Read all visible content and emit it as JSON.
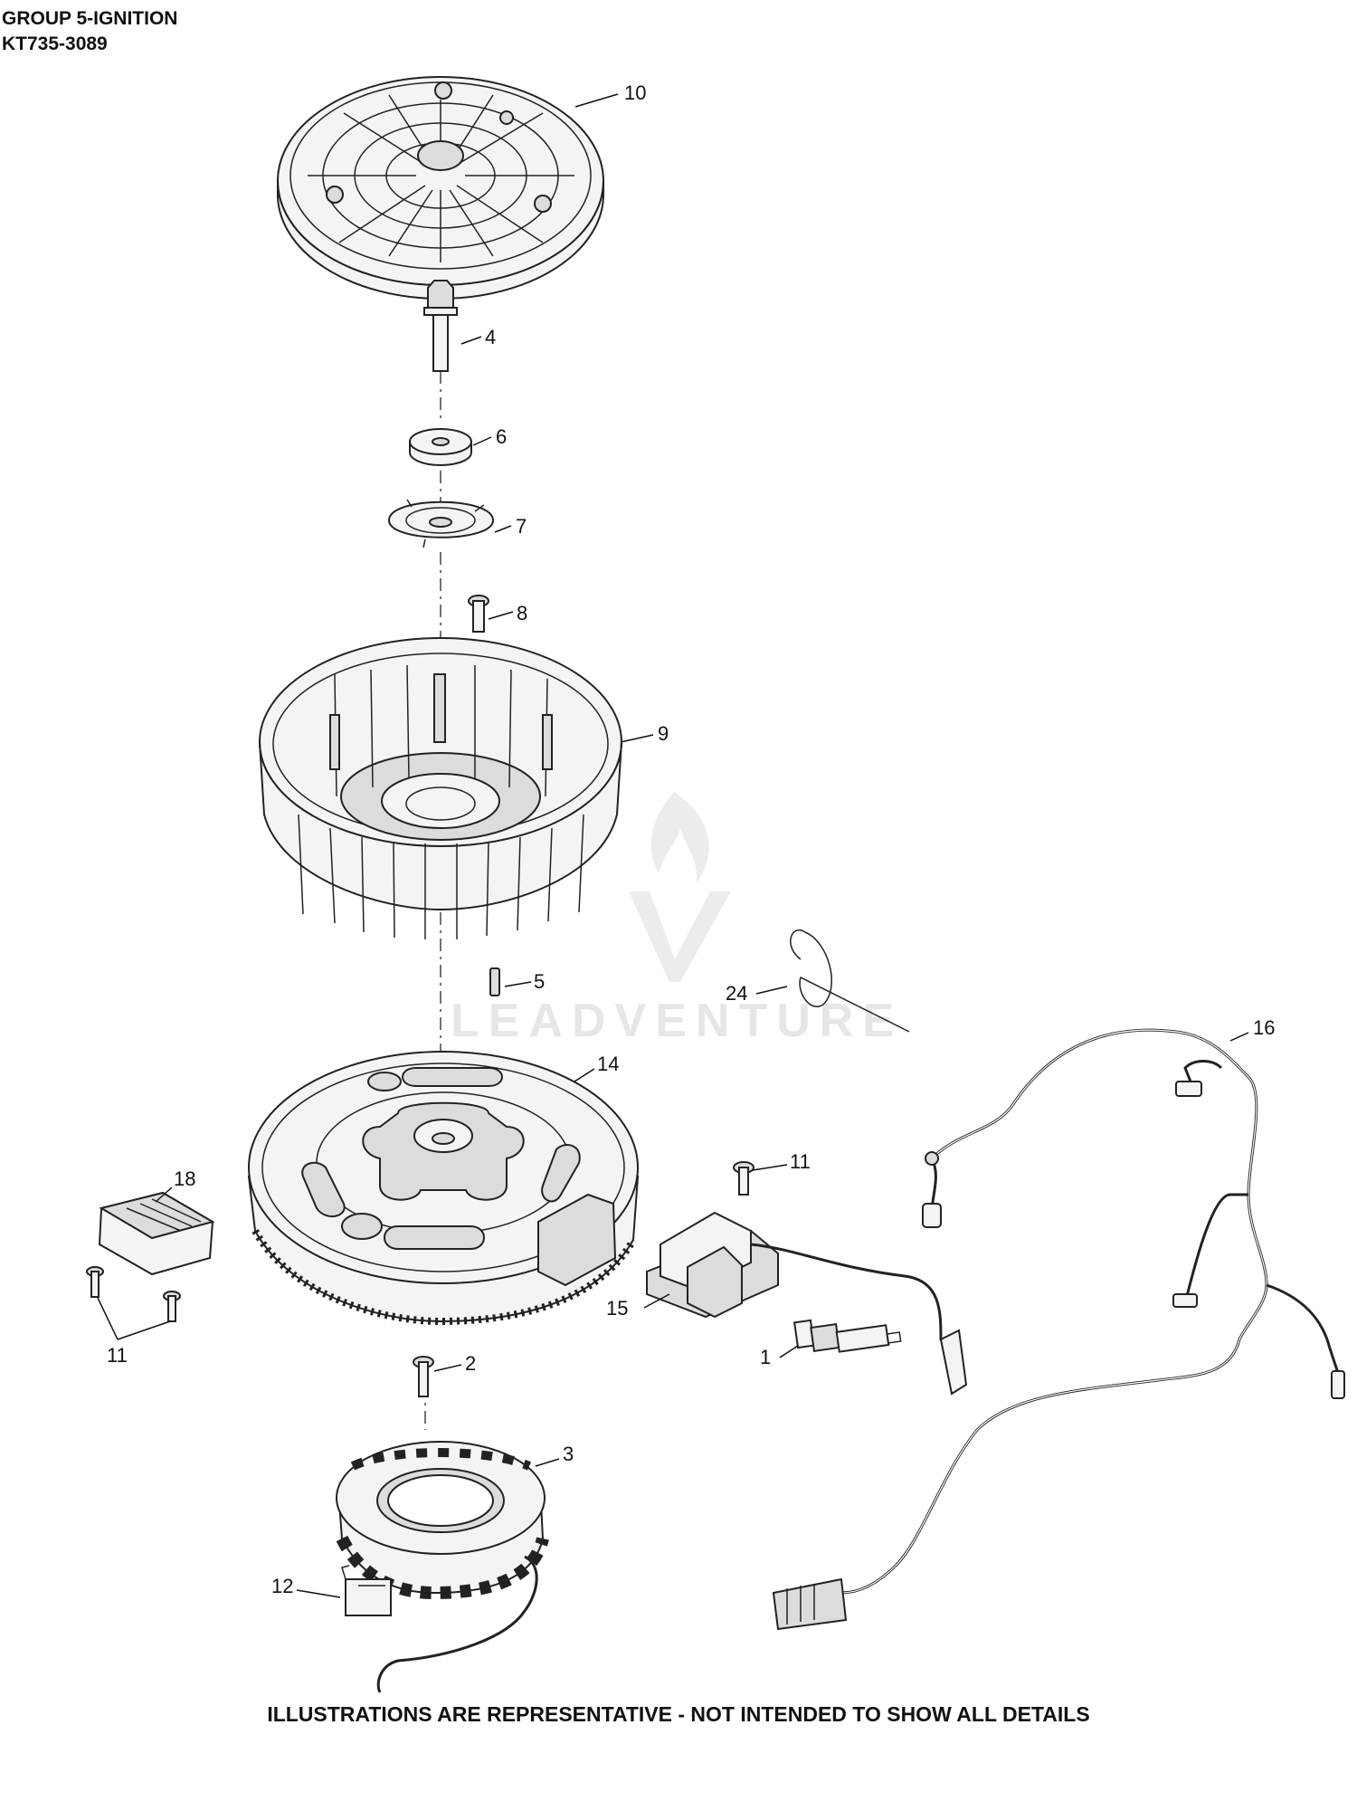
{
  "header": {
    "group": "GROUP 5-IGNITION",
    "model": "KT735-3089"
  },
  "footer": {
    "note": "ILLUSTRATIONS ARE REPRESENTATIVE - NOT INTENDED TO SHOW ALL DETAILS"
  },
  "watermark": {
    "text": "LEADVENTURE"
  },
  "callouts": {
    "c1": "1",
    "c2": "2",
    "c3": "3",
    "c4": "4",
    "c5": "5",
    "c6": "6",
    "c7": "7",
    "c8": "8",
    "c9": "9",
    "c10": "10",
    "c11a": "11",
    "c11b": "11",
    "c12": "12",
    "c14": "14",
    "c15": "15",
    "c16": "16",
    "c18": "18",
    "c24": "24"
  }
}
